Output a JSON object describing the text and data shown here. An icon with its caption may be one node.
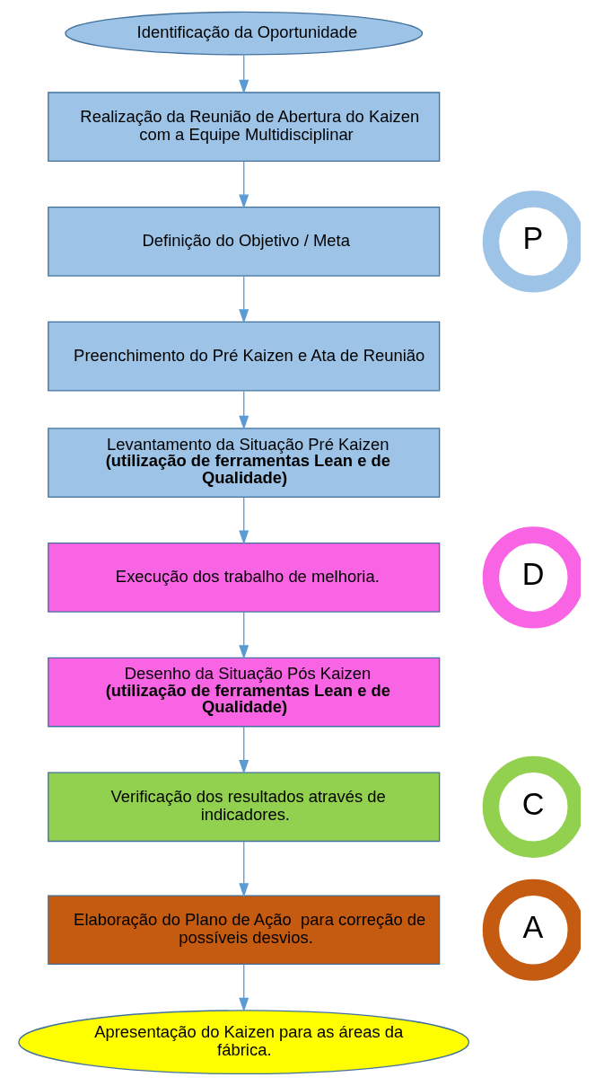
{
  "diagram": {
    "nodes": [
      {
        "text": [
          "Identificação da Oportunidade"
        ]
      },
      {
        "text": [
          "Realização da Reunião de Abertura do Kaizen com a Equipe Multidisciplinar"
        ]
      },
      {
        "text": [
          "P"
        ]
      },
      {
        "text": [
          "Definição do Objetivo / Meta"
        ]
      },
      {
        "text": [
          "Preenchimento do Pré Kaizen e Ata de Reunião"
        ]
      },
      {
        "text": [
          "Levantamento da Situação Pré Kaizen **(utilização de ferramentas Lean e de Qualidade)**"
        ]
      },
      {
        "text": [
          "Execução dos trabalho de melhoria."
        ]
      },
      {
        "text": [
          "D"
        ]
      },
      {
        "text": [
          "Desenho da Situação Pós Kaizen **(utilização de ferramentas Lean e de Qualidade)**"
        ]
      },
      {
        "text": [
          "C"
        ]
      },
      {
        "text": [
          "Verificação dos resultados através de indicadores."
        ]
      },
      {
        "text": [
          "A"
        ]
      },
      {
        "text": [
          "Elaboração do Plano de Ação  para correção de possíveis desvios."
        ]
      },
      {
        "text": [
          "Apresentação do Kaizen para as áreas da fábrica."
        ]
      }
    ],
    "edges": [
      {
        "from": 0,
        "to": 1,
        "arrow": "to"
      },
      {
        "from": 1,
        "to": 3,
        "arrow": "to"
      },
      {
        "from": 3,
        "to": 4,
        "arrow": "to"
      },
      {
        "from": 4,
        "to": 5,
        "arrow": "to"
      },
      {
        "from": 5,
        "to": 6,
        "arrow": "to"
      },
      {
        "from": 6,
        "to": 8,
        "arrow": "to"
      },
      {
        "from": 8,
        "to": 10,
        "arrow": "to"
      },
      {
        "from": 10,
        "to": 12,
        "arrow": "to"
      },
      {
        "from": 12,
        "to": 13,
        "arrow": "to"
      }
    ]
  }
}
